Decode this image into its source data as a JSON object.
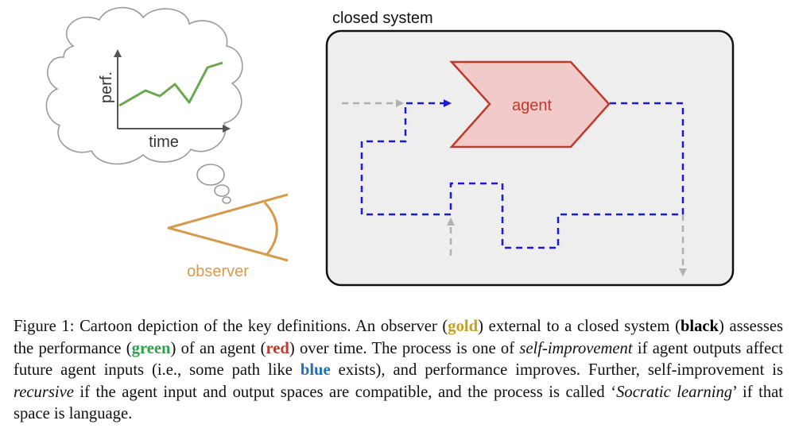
{
  "diagram": {
    "system_label": "closed system",
    "agent_label": "agent",
    "observer_label": "observer",
    "chart_ylabel": "perf.",
    "chart_xlabel": "time"
  },
  "colors": {
    "observer": "#d89a4a",
    "agent_stroke": "#c0392b",
    "agent_fill": "#f2caca",
    "performance": "#6aa84f",
    "path": "#1a1ad6",
    "external_arrow": "#b0b0b0",
    "system_fill": "#eeeeee"
  },
  "caption": {
    "p1": "Figure 1: Cartoon depiction of the key definitions. An observer (",
    "gold": "gold",
    "p2": ") external to a closed system (",
    "black": "black",
    "p3": ") assesses the performance (",
    "green": "green",
    "p4": ") of an agent (",
    "red": "red",
    "p5": ") over time. The process is one of ",
    "self_improvement": "self-improvement",
    "p6": " if agent outputs affect future agent inputs (i.e., some path like ",
    "blue": "blue",
    "p7": " exists), and performance improves. Further, self-improvement is ",
    "recursive": "recursive",
    "p8": " if the agent input and output spaces are compatible, and the process is called ‘",
    "socratic": "Socratic learning",
    "p9": "’ if that space is language."
  }
}
